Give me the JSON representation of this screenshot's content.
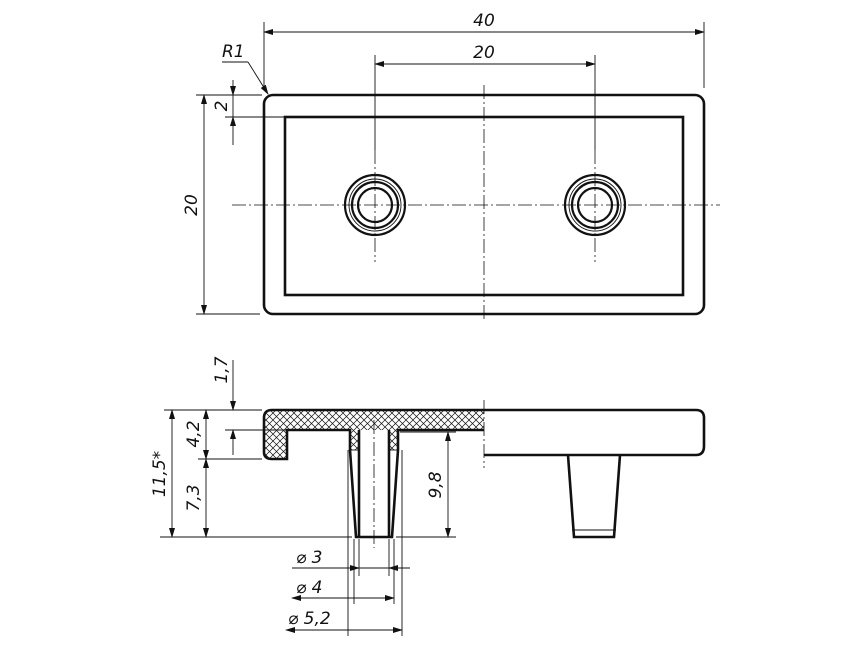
{
  "dimensions": {
    "overall_width": "40",
    "hole_spacing": "20",
    "corner_radius": "R1",
    "wall_inset": "2",
    "overall_height": "20",
    "top_thickness": "1,7",
    "flange_depth": "4,2",
    "total_height": "11,5*",
    "boss_height": "7,3",
    "boss_length": "9,8",
    "bore_diameter": "⌀ 3",
    "boss_tip_diameter": "⌀ 4",
    "boss_base_diameter": "⌀ 5,2"
  }
}
